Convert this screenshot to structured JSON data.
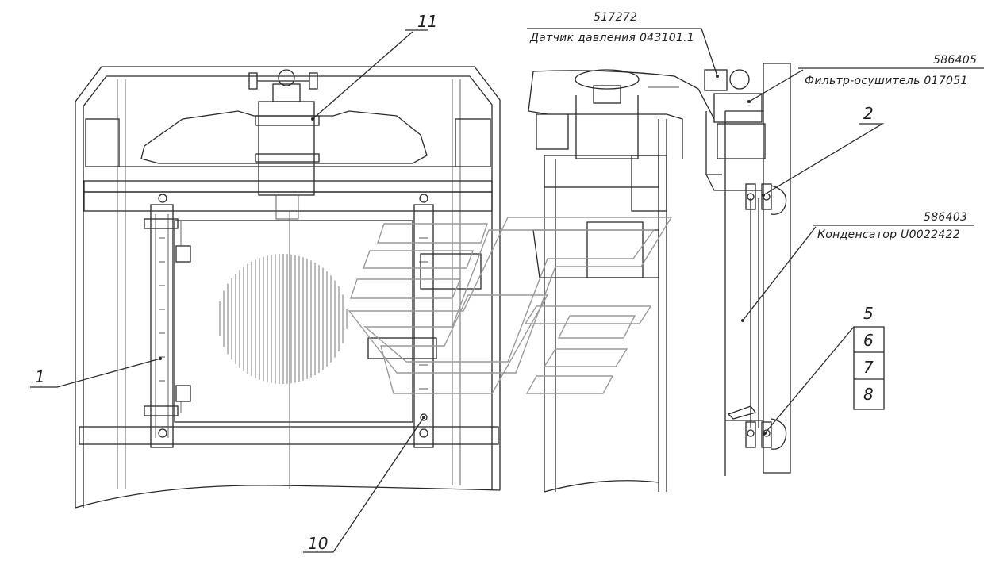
{
  "callouts": {
    "c1": "1",
    "c2": "2",
    "c5": "5",
    "c6": "6",
    "c7": "7",
    "c8": "8",
    "c10": "10",
    "c11": "11"
  },
  "parts": {
    "sensor": {
      "code": "517272",
      "name": "Датчик давления 043101.1"
    },
    "filter": {
      "code": "586405",
      "name": "Фильтр-осушитель 017051"
    },
    "condenser": {
      "code": "586403",
      "name": "Конденсатор U0022422"
    }
  },
  "watermark": {
    "present": true
  },
  "colors": {
    "line": "#2a2a2a",
    "background": "#ffffff",
    "watermark": "#9a9a9a"
  }
}
